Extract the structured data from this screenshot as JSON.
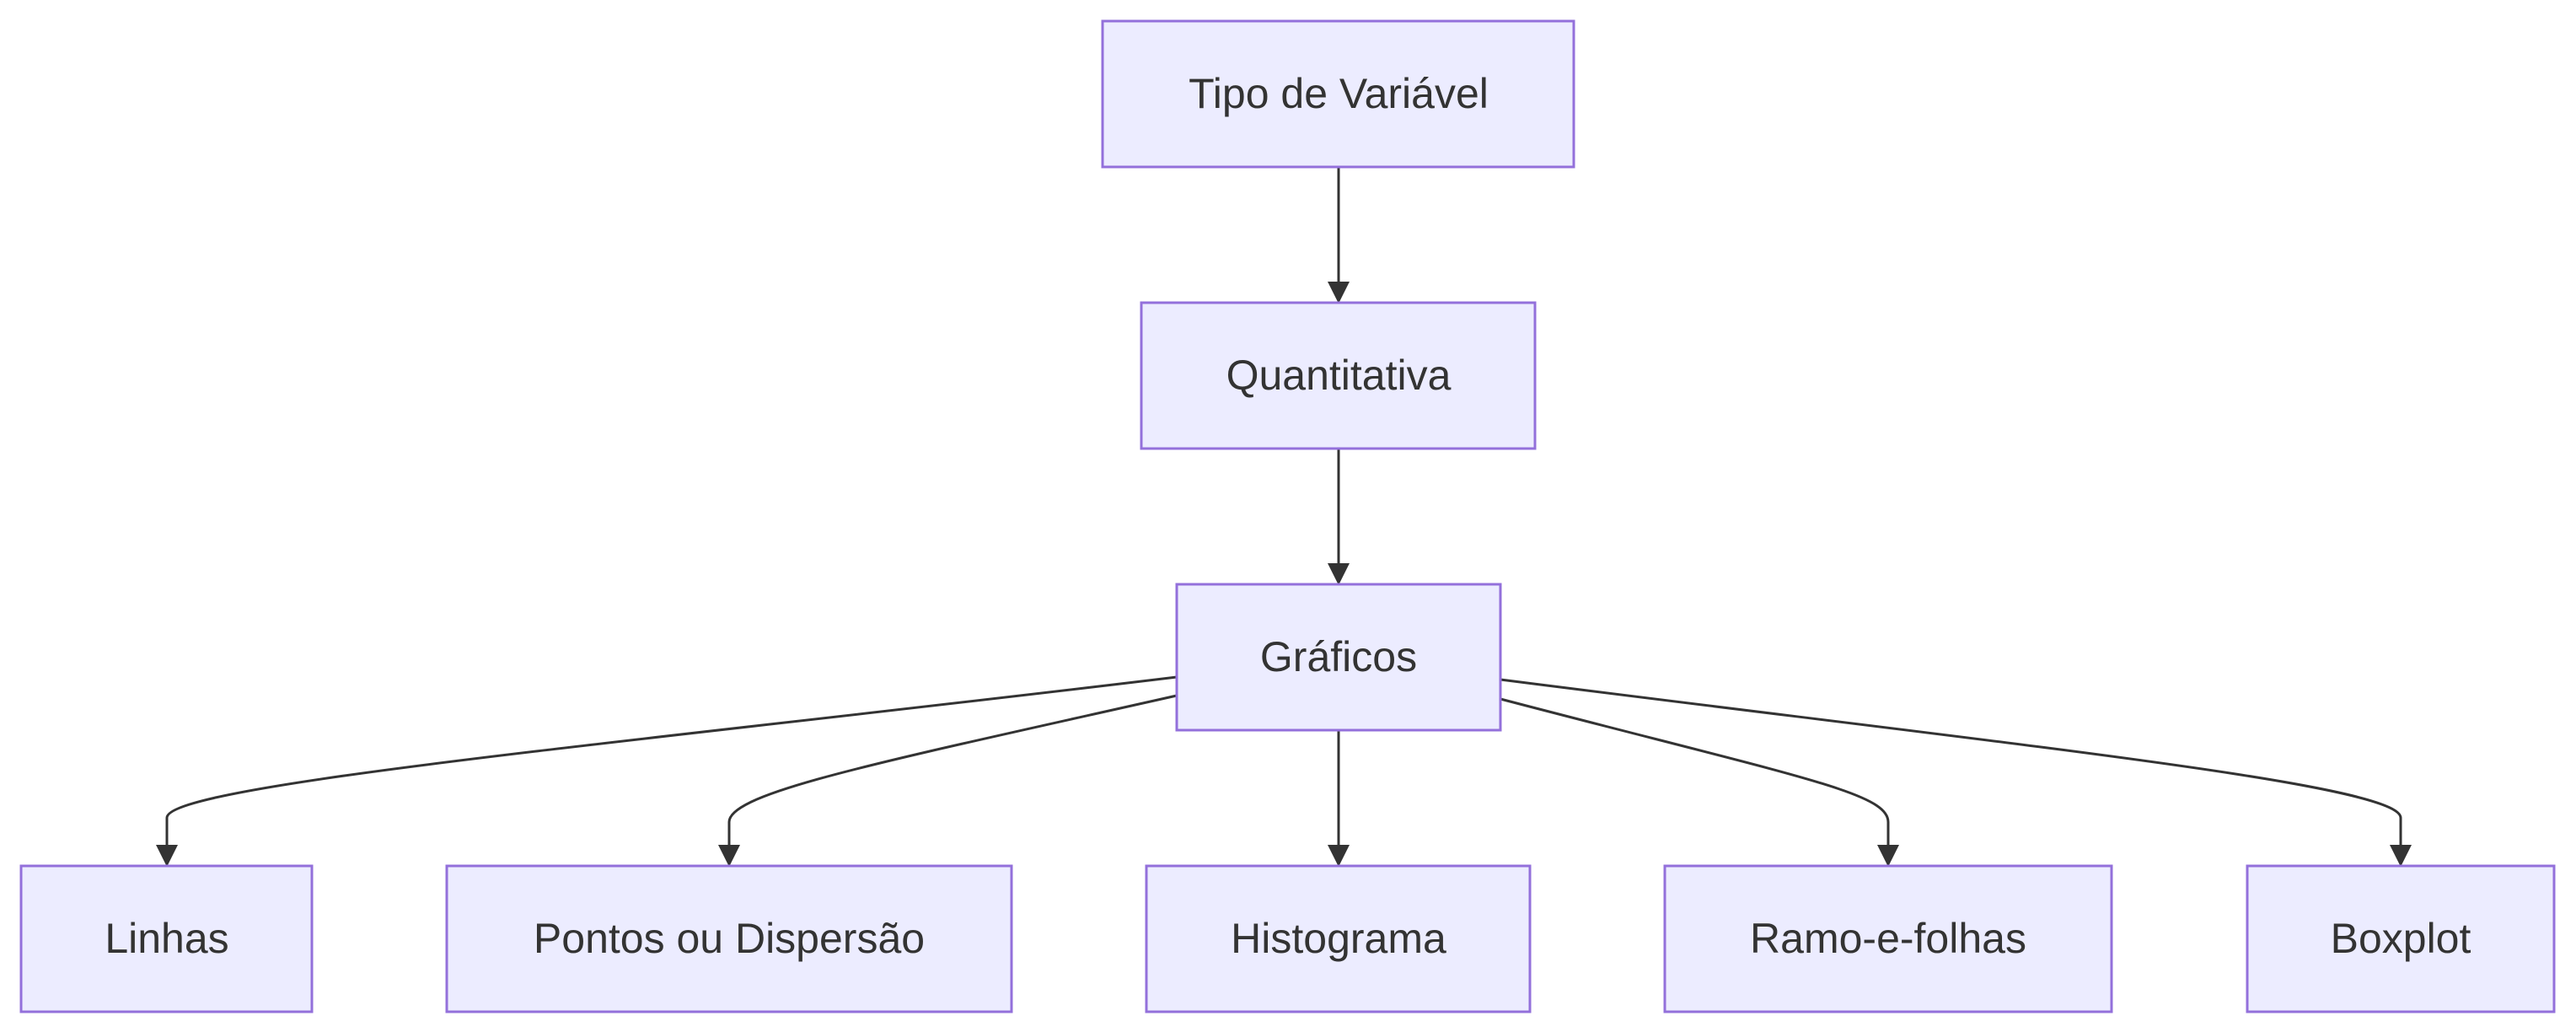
{
  "diagram": {
    "type": "flowchart",
    "direction": "top-down",
    "colors": {
      "node_fill": "#ececff",
      "node_stroke": "#9370db",
      "edge": "#333333",
      "text": "#333333"
    },
    "nodes": [
      {
        "id": "tipo",
        "label": "Tipo de Variável"
      },
      {
        "id": "quant",
        "label": "Quantitativa"
      },
      {
        "id": "graf",
        "label": "Gráficos"
      },
      {
        "id": "linhas",
        "label": "Linhas"
      },
      {
        "id": "pontos",
        "label": "Pontos ou Dispersão"
      },
      {
        "id": "hist",
        "label": "Histograma"
      },
      {
        "id": "ramo",
        "label": "Ramo-e-folhas"
      },
      {
        "id": "box",
        "label": "Boxplot"
      }
    ],
    "edges": [
      {
        "from": "tipo",
        "to": "quant"
      },
      {
        "from": "quant",
        "to": "graf"
      },
      {
        "from": "graf",
        "to": "linhas"
      },
      {
        "from": "graf",
        "to": "pontos"
      },
      {
        "from": "graf",
        "to": "hist"
      },
      {
        "from": "graf",
        "to": "ramo"
      },
      {
        "from": "graf",
        "to": "box"
      }
    ]
  }
}
